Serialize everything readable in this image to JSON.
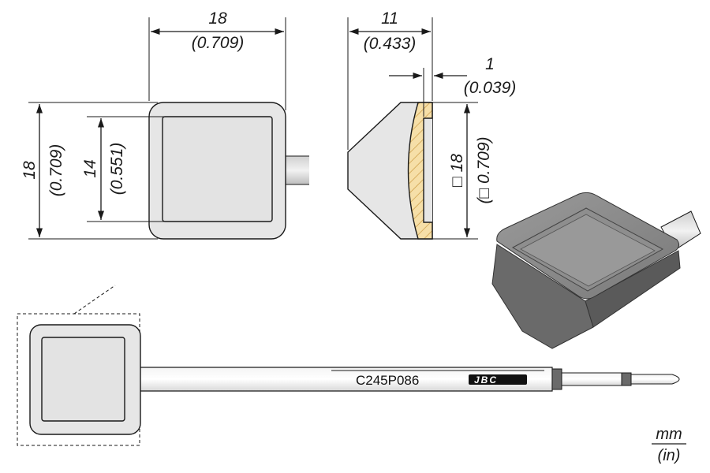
{
  "dimensions": {
    "width_top": {
      "mm": "18",
      "in": "(0.709)"
    },
    "depth": {
      "mm": "11",
      "in": "(0.433)"
    },
    "thickness": {
      "mm": "1",
      "in": "(0.039)"
    },
    "height_outer": {
      "mm": "18",
      "in": "(0.709)"
    },
    "height_inner": {
      "mm": "14",
      "in": "(0.551)"
    },
    "square_side": {
      "mm": "□ 18",
      "in": "(□ 0.709)"
    }
  },
  "tip": {
    "model_code": "C245P086",
    "brand": "JBC"
  },
  "units": {
    "top": "mm",
    "bottom": "(in)"
  },
  "colors": {
    "pad_fill": "#e4e4e4",
    "solder_fill": "#f6dfa8",
    "solder_hatch": "#c8963c",
    "body_dark": "#6e6e6e",
    "body_mid": "#8a8a8a",
    "body_light": "#b4b4b4"
  }
}
